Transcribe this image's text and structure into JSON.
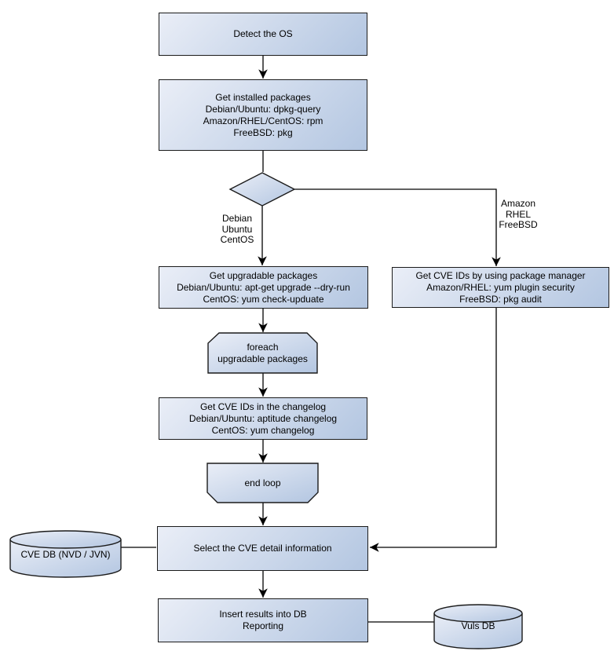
{
  "diagram": {
    "colors": {
      "background": "#ffffff",
      "node_fill_light": "#eaeef7",
      "node_fill_dark": "#b3c6e1",
      "border": "#1b1b1b",
      "line": "#000000",
      "text": "#000000"
    },
    "nodes": {
      "detect_os": {
        "text": "Detect the OS"
      },
      "get_installed": {
        "text": "Get installed packages\nDebian/Ubuntu: dpkg-query\nAmazon/RHEL/CentOS: rpm\nFreeBSD: pkg"
      },
      "get_upgradable": {
        "text": "Get upgradable packages\nDebian/Ubuntu: apt-get upgrade --dry-run\nCentOS: yum check-upduate"
      },
      "get_cve_pkg_manager": {
        "text": "Get CVE IDs by using package manager\nAmazon/RHEL: yum plugin security\nFreeBSD: pkg audit"
      },
      "foreach_loop": {
        "text": "foreach\nupgradable packages"
      },
      "get_cve_changelog": {
        "text": "Get CVE IDs in the changelog\nDebian/Ubuntu: aptitude changelog\nCentOS: yum changelog"
      },
      "end_loop": {
        "text": "end loop"
      },
      "select_cve": {
        "text": "Select the CVE detail information"
      },
      "insert_results": {
        "text": "Insert results into DB\nReporting"
      },
      "cve_db": {
        "text": "CVE DB (NVD / JVN)"
      },
      "vuls_db": {
        "text": "Vuls DB"
      }
    },
    "edge_labels": {
      "left_branch": "Debian\nUbuntu\nCentOS",
      "right_branch": "Amazon\nRHEL\nFreeBSD"
    }
  }
}
